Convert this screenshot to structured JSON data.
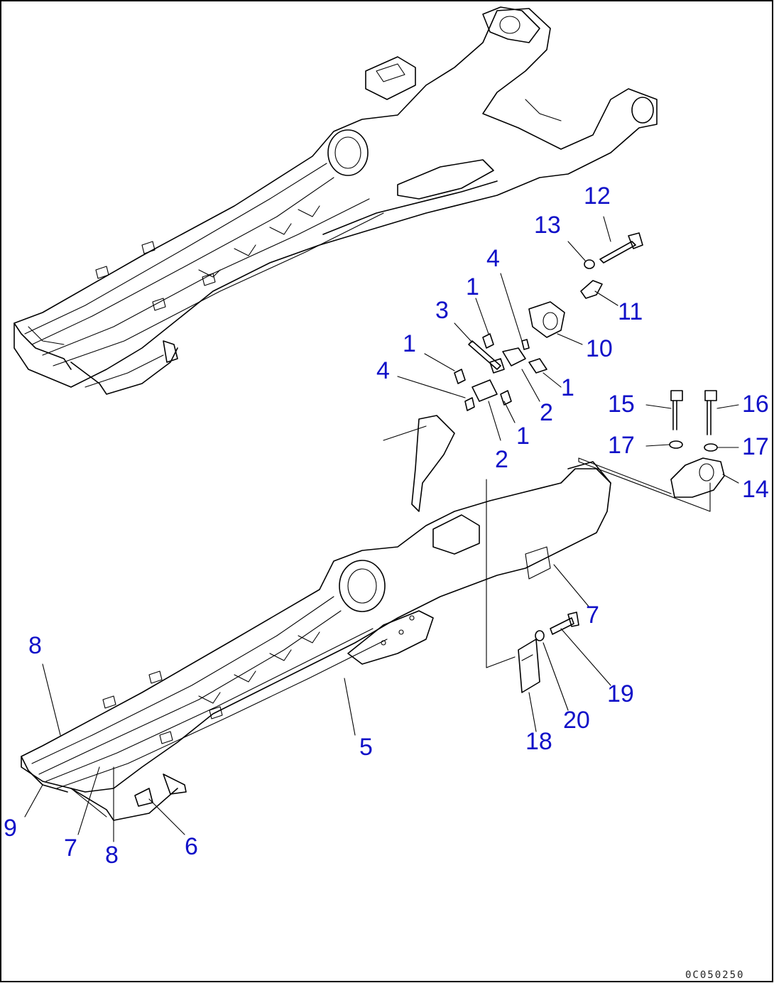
{
  "drawing_code": "0C050250",
  "callouts": [
    {
      "label": "1"
    },
    {
      "label": "1"
    },
    {
      "label": "1"
    },
    {
      "label": "1"
    },
    {
      "label": "2"
    },
    {
      "label": "2"
    },
    {
      "label": "3"
    },
    {
      "label": "4"
    },
    {
      "label": "4"
    },
    {
      "label": "5"
    },
    {
      "label": "6"
    },
    {
      "label": "7"
    },
    {
      "label": "7"
    },
    {
      "label": "8"
    },
    {
      "label": "8"
    },
    {
      "label": "9"
    },
    {
      "label": "10"
    },
    {
      "label": "11"
    },
    {
      "label": "12"
    },
    {
      "label": "13"
    },
    {
      "label": "14"
    },
    {
      "label": "15"
    },
    {
      "label": "16"
    },
    {
      "label": "17"
    },
    {
      "label": "17"
    },
    {
      "label": "18"
    },
    {
      "label": "19"
    },
    {
      "label": "20"
    }
  ]
}
